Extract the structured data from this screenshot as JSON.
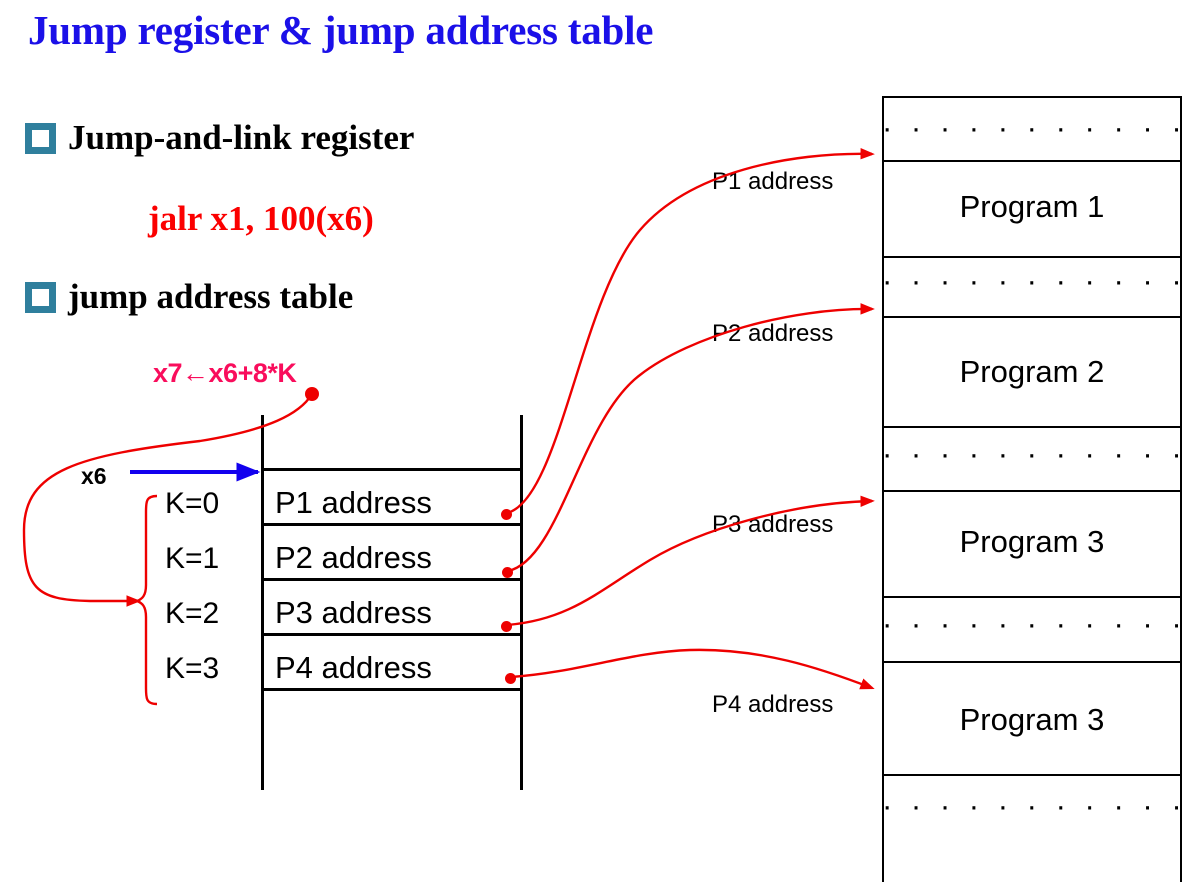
{
  "slide": {
    "title": "Jump register & jump address table",
    "title_color": "#1b10e8",
    "background": "#ffffff"
  },
  "bullets": [
    {
      "label": "Jump-and-link register",
      "bullet_color": "#2f7f9d"
    },
    {
      "label": "jump address table",
      "bullet_color": "#2f7f9d"
    }
  ],
  "instruction": {
    "text": "jalr x1, 100(x6)",
    "color": "#fb0000"
  },
  "annotations": {
    "address_computation": "x7←x6+8*K",
    "address_computation_color": "#f90d5c",
    "base_register": "x6",
    "base_register_arrow_color": "#1200ee"
  },
  "jump_table": {
    "index_labels": [
      "K=0",
      "K=1",
      "K=2",
      "K=3"
    ],
    "entries": [
      "P1 address",
      "P2 address",
      "P3 address",
      "P4 address"
    ],
    "border_color": "#000000",
    "link_dot_color": "#ee0000"
  },
  "program_memory": {
    "rows": [
      {
        "kind": "dots",
        "text": "· · · · · · · · · · ·"
      },
      {
        "kind": "program",
        "text": "Program 1"
      },
      {
        "kind": "dots",
        "text": "· · · · · · · · · · ·"
      },
      {
        "kind": "program",
        "text": "Program 2"
      },
      {
        "kind": "dots",
        "text": "· · · · · · · · · · ·"
      },
      {
        "kind": "program",
        "text": "Program 3"
      },
      {
        "kind": "dots",
        "text": "· · · · · · · · · · ·"
      },
      {
        "kind": "program",
        "text": "Program 3"
      },
      {
        "kind": "dots",
        "text": "· · · · · · · · · · ·"
      }
    ],
    "border_color": "#000000"
  },
  "pointer_labels": [
    "P1 address",
    "P2 address",
    "P3 address",
    "P4 address"
  ],
  "curve_color": "#ee0000"
}
